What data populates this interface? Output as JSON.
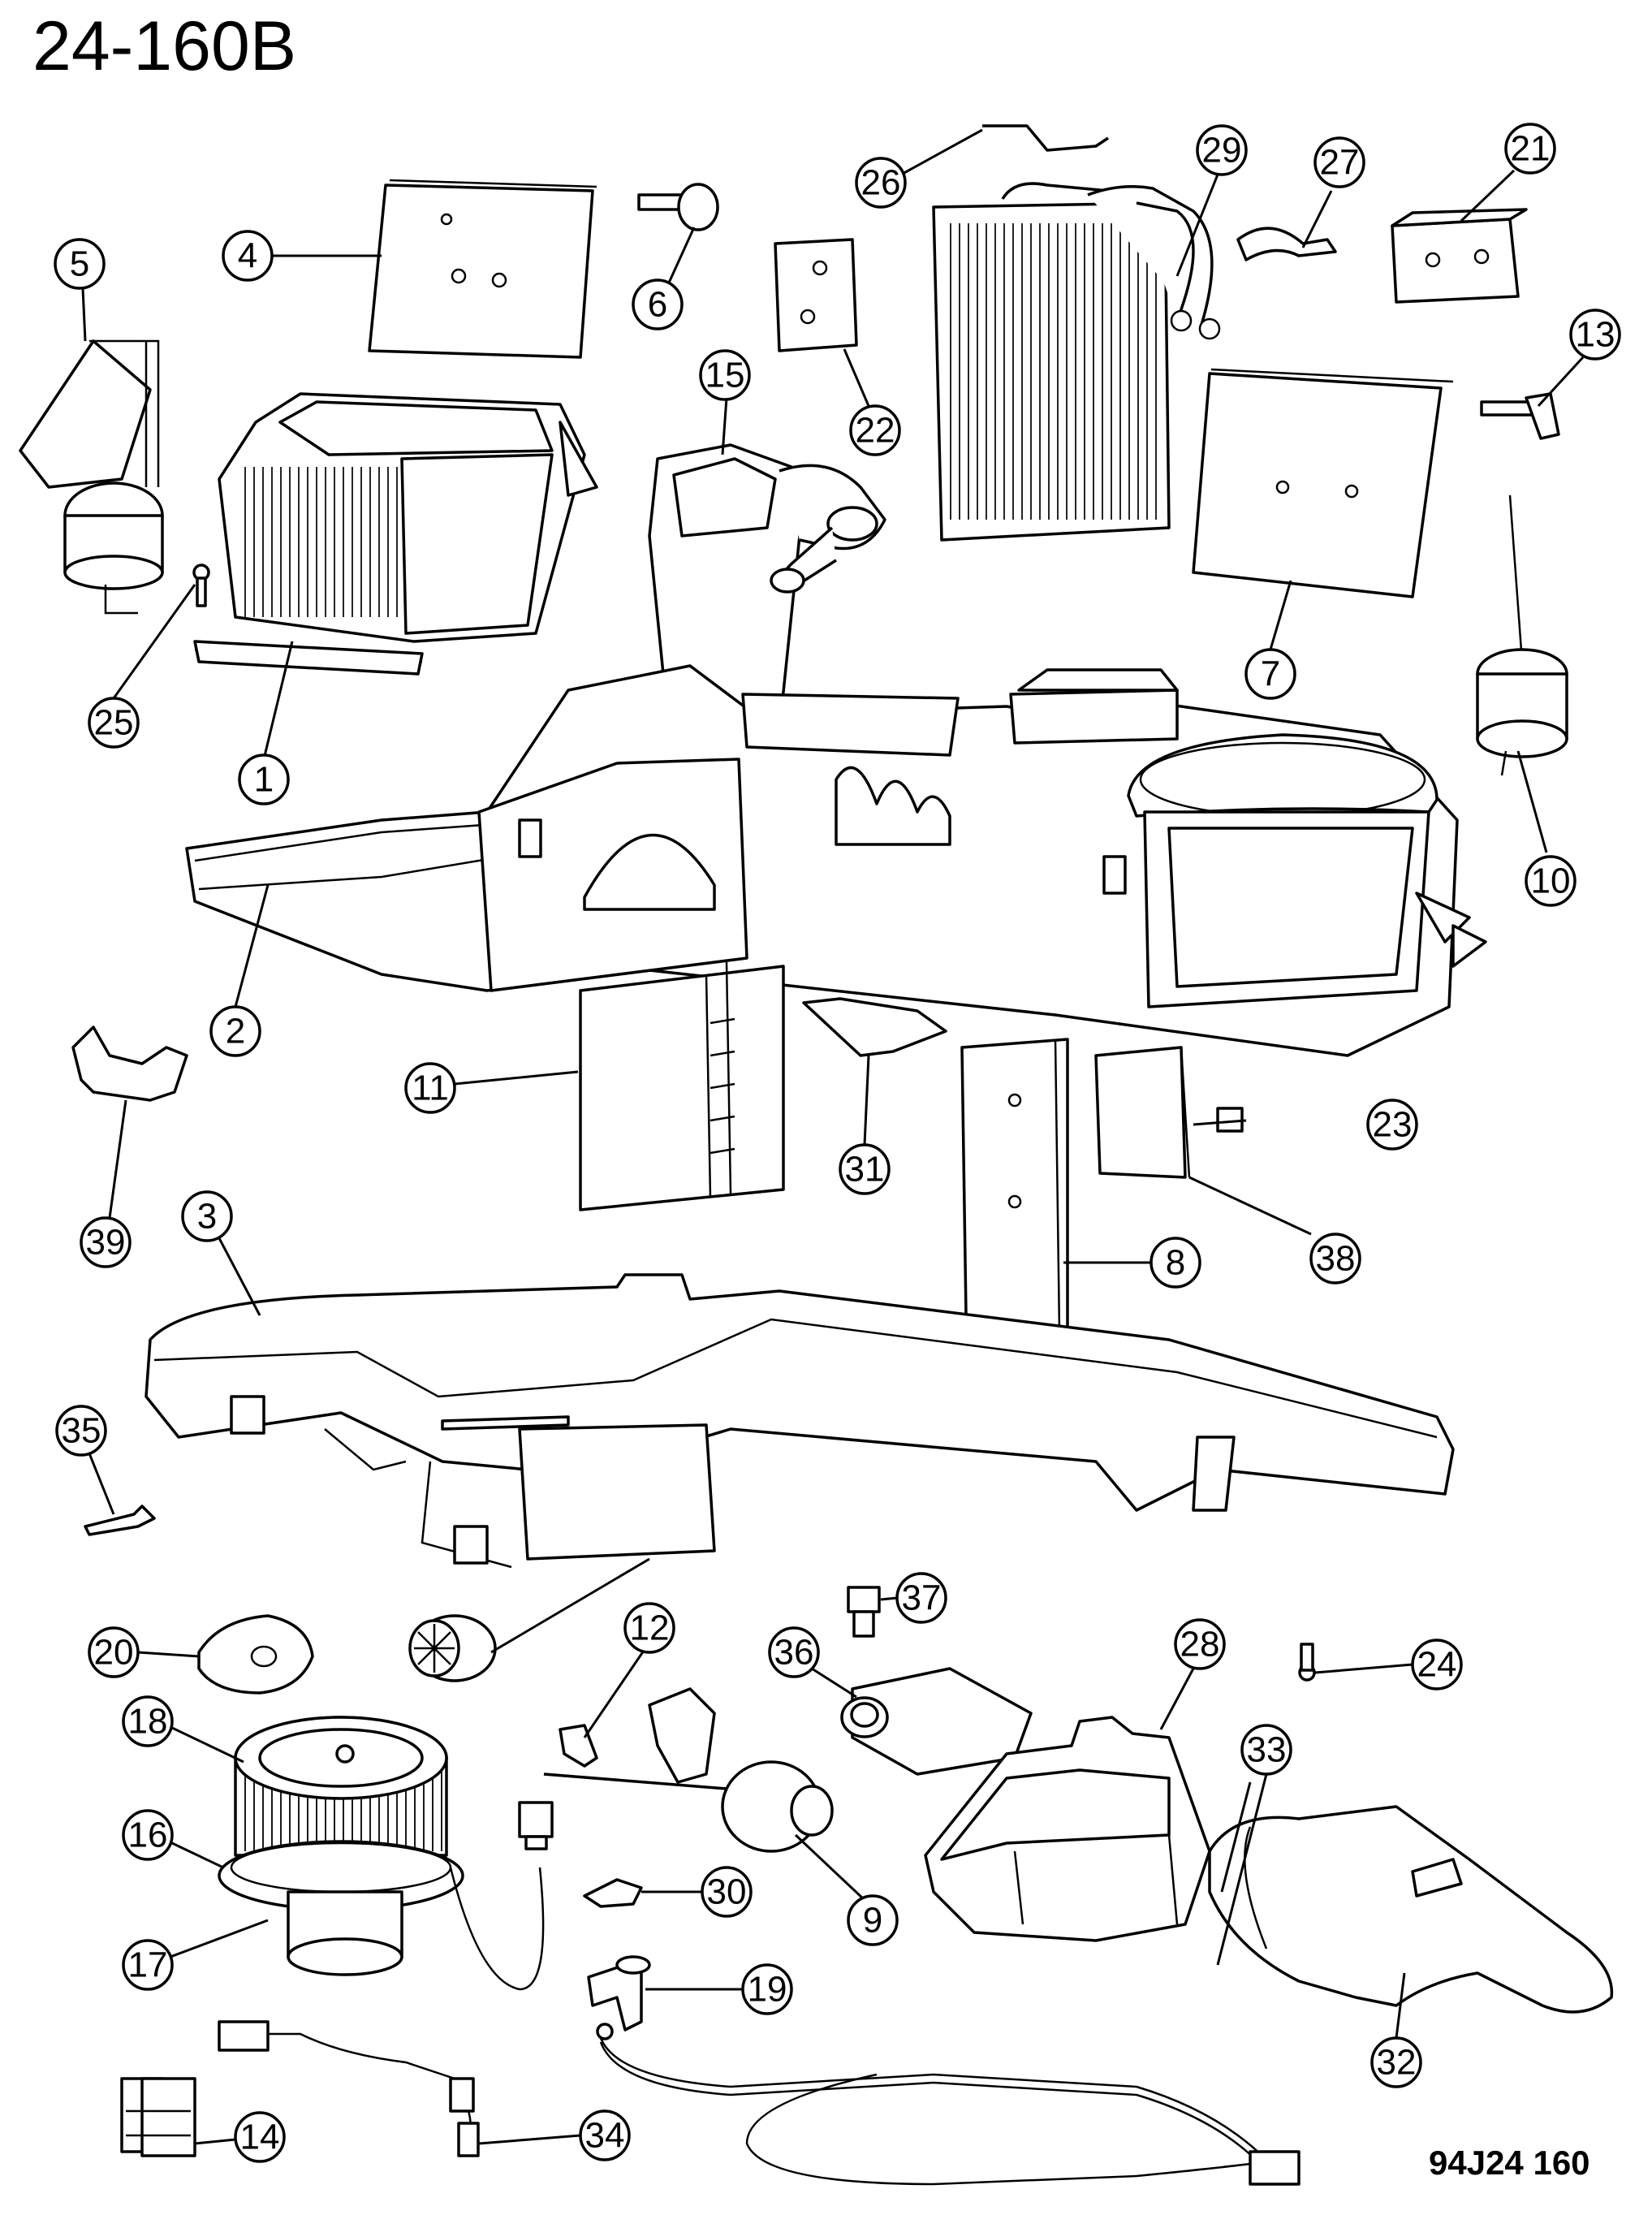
{
  "diagram_id": "24-160B",
  "drawing_code": "94J24  160",
  "callouts": {
    "c1": "1",
    "c2": "2",
    "c3": "3",
    "c4": "4",
    "c5": "5",
    "c6": "6",
    "c7": "7",
    "c8": "8",
    "c9": "9",
    "c10": "10",
    "c11": "11",
    "c12": "12",
    "c13": "13",
    "c14": "14",
    "c15": "15",
    "c16": "16",
    "c17": "17",
    "c18": "18",
    "c19": "19",
    "c20": "20",
    "c21": "21",
    "c22": "22",
    "c23": "23",
    "c24": "24",
    "c25": "25",
    "c26": "26",
    "c27": "27",
    "c28": "28",
    "c29": "29",
    "c30": "30",
    "c31": "31",
    "c32": "32",
    "c33": "33",
    "c34": "34",
    "c35": "35",
    "c36": "36",
    "c37": "37",
    "c38": "38",
    "c39": "39"
  }
}
